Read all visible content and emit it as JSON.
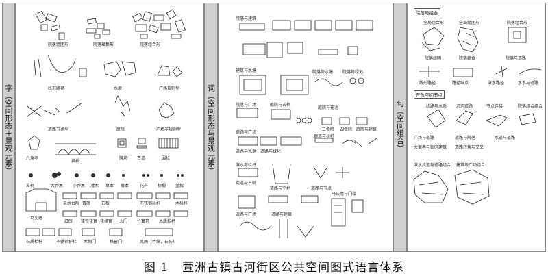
{
  "caption": {
    "figure_no": "图 1",
    "title": "萱洲古镇古河街区公共空间图式语言体系"
  },
  "strips": [
    {
      "id": "zi",
      "text": "字（空间形态＋景观元素）"
    },
    {
      "id": "ci",
      "text": "词（空间形态与景观元素）"
    },
    {
      "id": "ju",
      "text": "句（空间组合）"
    }
  ],
  "zi_labels": [
    "院落组团形",
    "院落聚集形",
    "院落组合形",
    "线形路径",
    "水塘",
    "广场规则型",
    "道路节点型",
    "庭院",
    "广场非规则型",
    "六角亭",
    "拱桥",
    "牌坊",
    "古墙",
    "围栏",
    "古树",
    "大乔木",
    "小乔木",
    "灌木",
    "草本",
    "藤本",
    "花卉",
    "棕榈",
    "盆栽",
    "马头墙",
    "亲水台阶",
    "青砖",
    "石板",
    "不锈钢栏杆",
    "木栏杆",
    "红砖",
    "镂空花窗",
    "花格窗",
    "大门",
    "竹篱笆",
    "木质栏杆",
    "石质栏杆",
    "不锈钢护栏",
    "木制门",
    "格窗门",
    "风雨（竹编，石头）"
  ],
  "ci_labels": [
    "院落与建筑",
    "建筑与水塘",
    "院落与水塘",
    "院落与绿地",
    "院落与广场",
    "庭院与古树",
    "庭院与花池",
    "道路与广场",
    "三合院",
    "四合院",
    "庭院与建筑",
    "道路与水塘",
    "道路与绿化",
    "廊道与栏杆",
    "滨水与栏杆",
    "街道与古树",
    "道路与空地",
    "道路与节点",
    "马头墙与门楼",
    "道路与广场",
    "道路与建筑"
  ],
  "ju_boxes": [
    "院落与组合",
    "开放空间节点"
  ],
  "ju_labels": [
    "全局组合形",
    "全局组团形",
    "院落组合形",
    "院落组团",
    "院落组合",
    "院落与道路",
    "线形路径",
    "路径结点",
    "滨水路径",
    "水系与道路",
    "线路与水系",
    "沿河道路",
    "节点连接",
    "院落组合组合",
    "广场与道路",
    "道路与院落",
    "水道与道路",
    "大街巷与街区建筑",
    "道路转角与交叉",
    "滨水步道与道路组合",
    "建筑与广场组合"
  ]
}
